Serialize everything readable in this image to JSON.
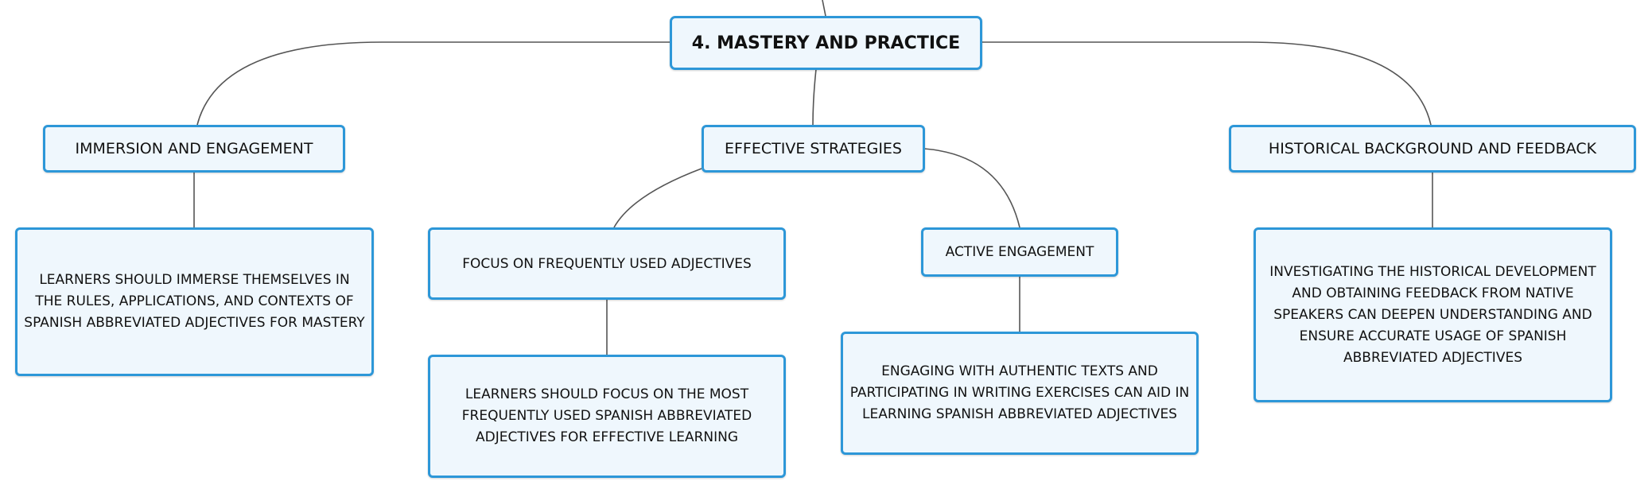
{
  "root": {
    "title": "4. MASTERY AND PRACTICE"
  },
  "branches": {
    "immersion": {
      "title": "IMMERSION AND ENGAGEMENT",
      "detail": "LEARNERS SHOULD IMMERSE THEMSELVES IN THE RULES, APPLICATIONS, AND CONTEXTS OF SPANISH ABBREVIATED ADJECTIVES FOR MASTERY"
    },
    "strategies": {
      "title": "EFFECTIVE STRATEGIES",
      "focus": {
        "title": "FOCUS ON FREQUENTLY USED ADJECTIVES",
        "detail": "LEARNERS SHOULD FOCUS ON THE MOST FREQUENTLY USED SPANISH ABBREVIATED ADJECTIVES FOR EFFECTIVE LEARNING"
      },
      "active": {
        "title": "ACTIVE ENGAGEMENT",
        "detail": "ENGAGING WITH AUTHENTIC TEXTS AND PARTICIPATING IN WRITING EXERCISES CAN AID IN LEARNING SPANISH ABBREVIATED ADJECTIVES"
      }
    },
    "history": {
      "title": "HISTORICAL BACKGROUND AND FEEDBACK",
      "detail": "INVESTIGATING THE HISTORICAL DEVELOPMENT AND OBTAINING FEEDBACK FROM NATIVE SPEAKERS CAN DEEPEN UNDERSTANDING AND ENSURE ACCURATE USAGE OF SPANISH ABBREVIATED ADJECTIVES"
    }
  }
}
